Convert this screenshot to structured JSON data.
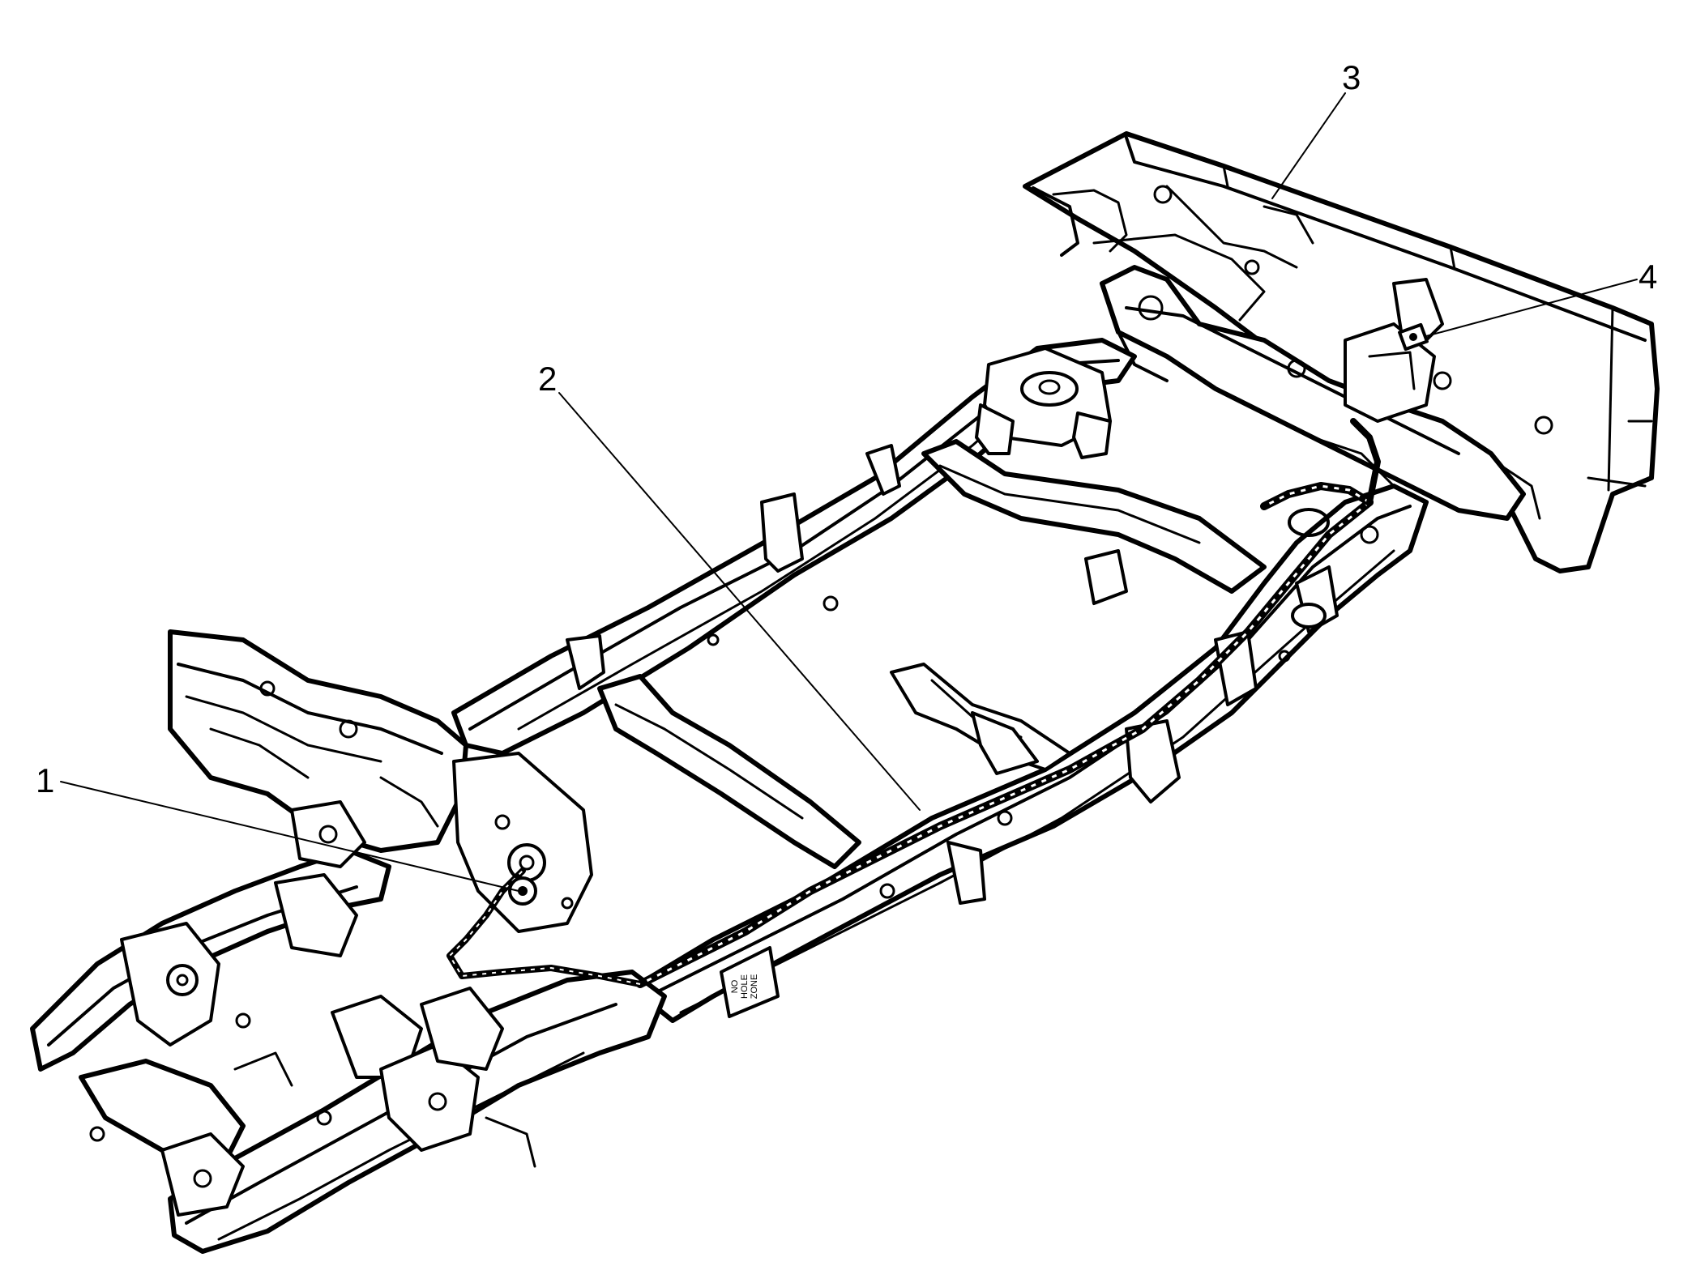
{
  "diagram": {
    "callouts": [
      {
        "label": "1",
        "part": "harness connector at front crossmember"
      },
      {
        "label": "2",
        "part": "wiring harness along frame rail"
      },
      {
        "label": "3",
        "part": "rear bumper"
      },
      {
        "label": "4",
        "part": "rear harness connector"
      }
    ],
    "frame_label": {
      "lines": [
        "NO",
        "HOLE",
        "ZONE"
      ]
    }
  }
}
